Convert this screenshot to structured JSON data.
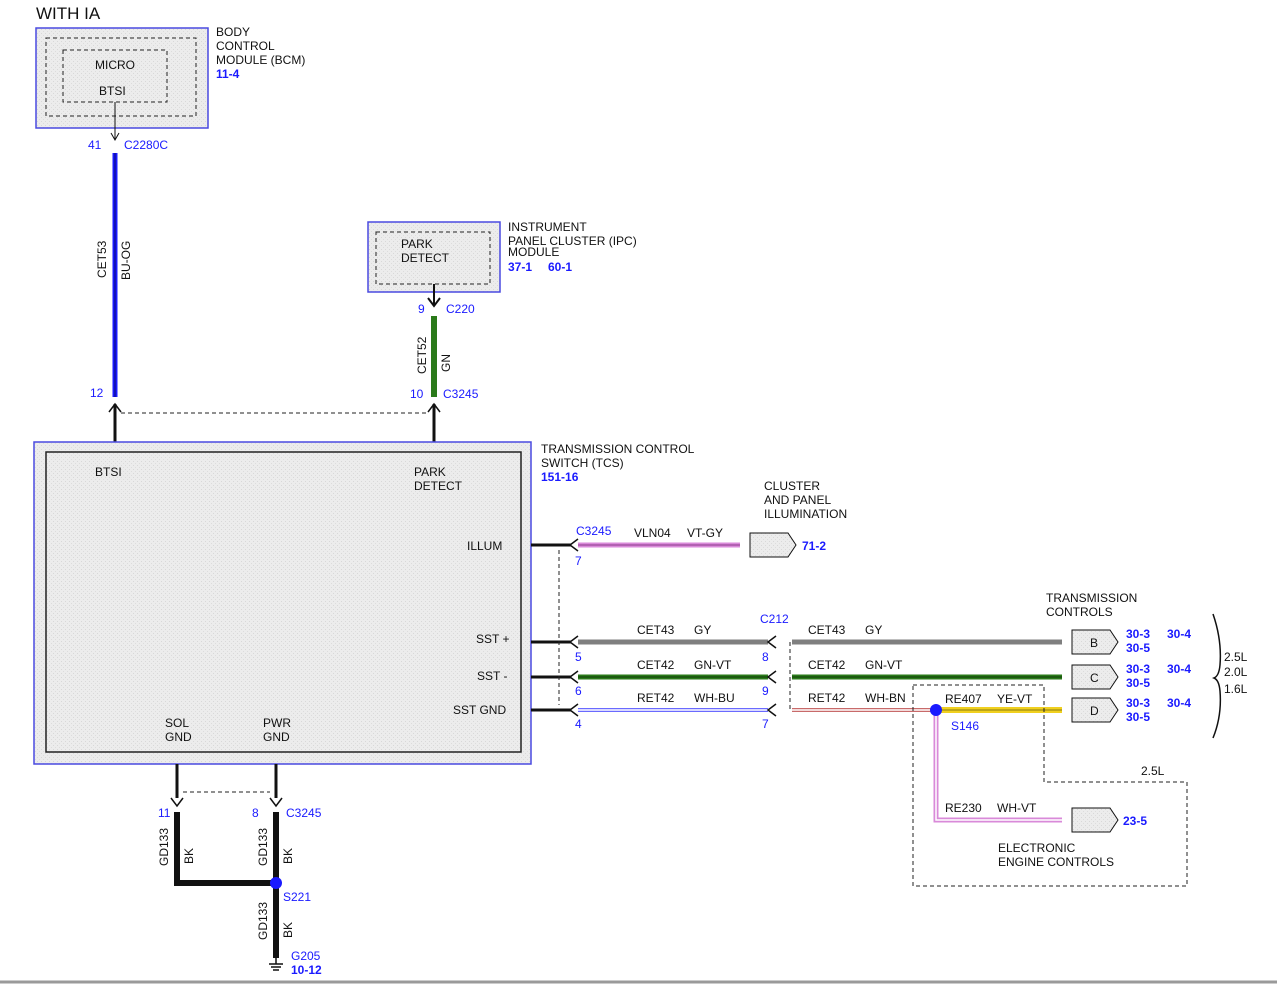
{
  "header": {
    "title": "WITH IA"
  },
  "modules": {
    "bcm": {
      "name_lines": [
        "BODY",
        "CONTROL",
        "MODULE (BCM)"
      ],
      "ref": "11-4",
      "inner_label": "MICRO",
      "pin_label": "BTSI"
    },
    "ipc": {
      "name_lines": [
        "INSTRUMENT",
        "PANEL CLUSTER (IPC)",
        "MODULE"
      ],
      "refs": [
        "37-1",
        "60-1"
      ],
      "inner_lines": [
        "PARK",
        "DETECT"
      ]
    },
    "tcs": {
      "name_lines": [
        "TRANSMISSION CONTROL",
        "SWITCH (TCS)"
      ],
      "ref": "151-16",
      "btsi": "BTSI",
      "park_lines": [
        "PARK",
        "DETECT"
      ],
      "illum": "ILLUM",
      "sst_plus": "SST +",
      "sst_minus": "SST -",
      "sst_gnd": "SST GND",
      "sol_lines": [
        "SOL",
        "GND"
      ],
      "pwr_lines": [
        "PWR",
        "GND"
      ]
    }
  },
  "connectors": {
    "c2280c": {
      "pin": "41",
      "name": "C2280C"
    },
    "c220": {
      "pin": "9",
      "name": "C220"
    },
    "c3245_top": {
      "pin_left": "12",
      "pin_right": "10",
      "name": "C3245"
    },
    "c3245_right": {
      "name": "C3245",
      "pins": [
        "7",
        "5",
        "6",
        "4"
      ]
    },
    "c212": {
      "name": "C212",
      "pins": [
        "8",
        "9",
        "7"
      ]
    },
    "c3245_bottom": {
      "pin_left": "11",
      "pin_right": "8",
      "name": "C3245"
    }
  },
  "wires": {
    "cet53": {
      "circuit": "CET53",
      "color": "BU-OG",
      "hex": "#1a1aff"
    },
    "cet52": {
      "circuit": "CET52",
      "color": "GN",
      "hex": "#2a7a1a"
    },
    "vln04": {
      "circuit": "VLN04",
      "color": "VT-GY",
      "hex": "#d98ad9"
    },
    "cet43_left": {
      "circuit": "CET43",
      "color": "GY",
      "hex": "#7f7f7f"
    },
    "cet43_right": {
      "circuit": "CET43",
      "color": "GY"
    },
    "cet42_left": {
      "circuit": "CET42",
      "color": "GN-VT",
      "hex": "#2a7a1a"
    },
    "cet42_right": {
      "circuit": "CET42",
      "color": "GN-VT"
    },
    "ret42_left": {
      "circuit": "RET42",
      "color": "WH-BU",
      "hex": "#6a6aff"
    },
    "ret42_right": {
      "circuit": "RET42",
      "color": "WH-BN",
      "hex": "#c86a6a"
    },
    "re407": {
      "circuit": "RE407",
      "color": "YE-VT",
      "hex": "#f0d020"
    },
    "re230": {
      "circuit": "RE230",
      "color": "WH-VT",
      "hex": "#d98ad9"
    },
    "gd133_a": {
      "circuit": "GD133",
      "color": "BK"
    },
    "gd133_b": {
      "circuit": "GD133",
      "color": "BK"
    },
    "gd133_c": {
      "circuit": "GD133",
      "color": "BK"
    }
  },
  "splices": {
    "s146": {
      "name": "S146"
    },
    "s221": {
      "name": "S221"
    }
  },
  "ground": {
    "name": "G205",
    "ref": "10-12"
  },
  "destinations": {
    "cluster": {
      "label_lines": [
        "CLUSTER",
        "AND PANEL",
        "ILLUMINATION"
      ],
      "ref": "71-2"
    },
    "trans_controls": {
      "label_lines": [
        "TRANSMISSION",
        "CONTROLS"
      ]
    },
    "b": {
      "letter": "B",
      "refs_a": [
        "30-3",
        "30-5"
      ],
      "ref_b": "30-4"
    },
    "c": {
      "letter": "C",
      "refs_a": [
        "30-3",
        "30-5"
      ],
      "ref_b": "30-4"
    },
    "d": {
      "letter": "D",
      "refs_a": [
        "30-3",
        "30-5"
      ],
      "ref_b": "30-4"
    },
    "eec": {
      "label_lines": [
        "ELECTRONIC",
        "ENGINE CONTROLS"
      ],
      "ref": "23-5"
    }
  },
  "engines": {
    "options": [
      "2.5L",
      "2.0L",
      "1.6L"
    ],
    "box_label": "2.5L"
  },
  "colors": {
    "module_border": "#4a4ae0",
    "ref_text": "#1a1aff",
    "splice": "#1a1aff"
  }
}
